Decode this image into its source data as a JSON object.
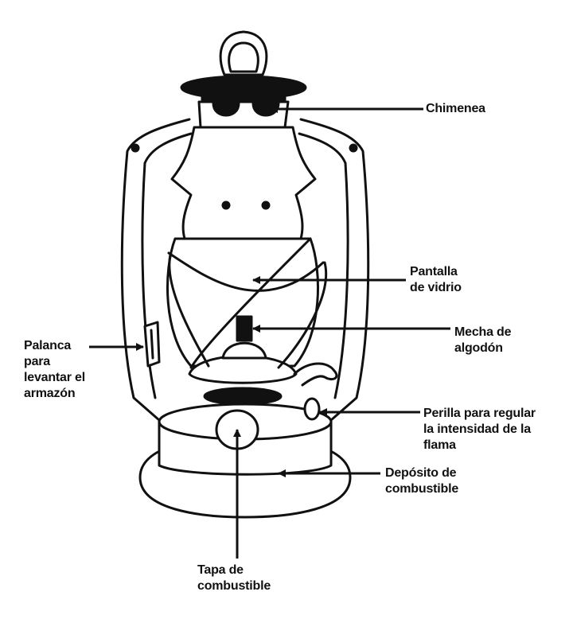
{
  "labels": {
    "chimenea": [
      "Chimenea"
    ],
    "pantalla": [
      "Pantalla",
      "de vidrio"
    ],
    "mecha": [
      "Mecha de",
      "algodón"
    ],
    "palanca": [
      "Palanca",
      "para",
      "levantar el",
      "armazón"
    ],
    "perilla": [
      "Perilla para regular",
      "la intensidad de la",
      "flama"
    ],
    "deposito": [
      "Depósito de",
      "combustible"
    ],
    "tapa": [
      "Tapa de",
      "combustible"
    ]
  },
  "colors": {
    "ink": "#111111",
    "fill": "#ffffff"
  }
}
